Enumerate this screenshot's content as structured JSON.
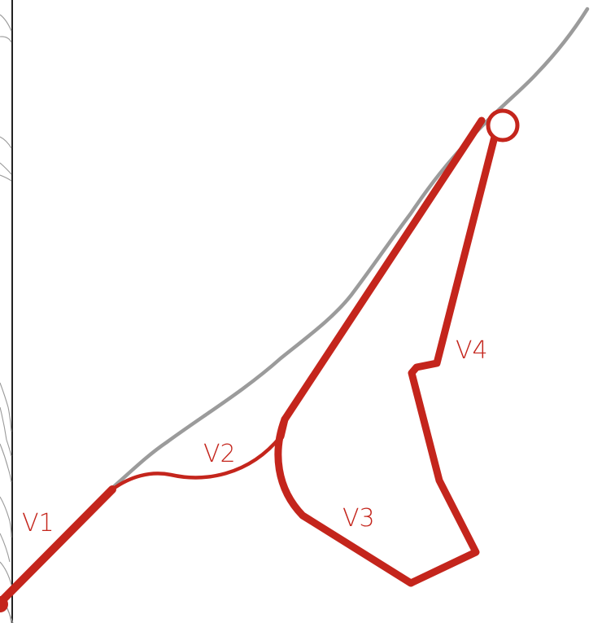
{
  "colors": {
    "route": "#c4251c",
    "shore": "#9b9b9b",
    "contour": "#9a9a9a",
    "frame": "#222222",
    "background": "#ffffff"
  },
  "routes": [
    {
      "label": "V1"
    },
    {
      "label": "V2"
    },
    {
      "label": "V3"
    },
    {
      "label": "V4"
    }
  ]
}
